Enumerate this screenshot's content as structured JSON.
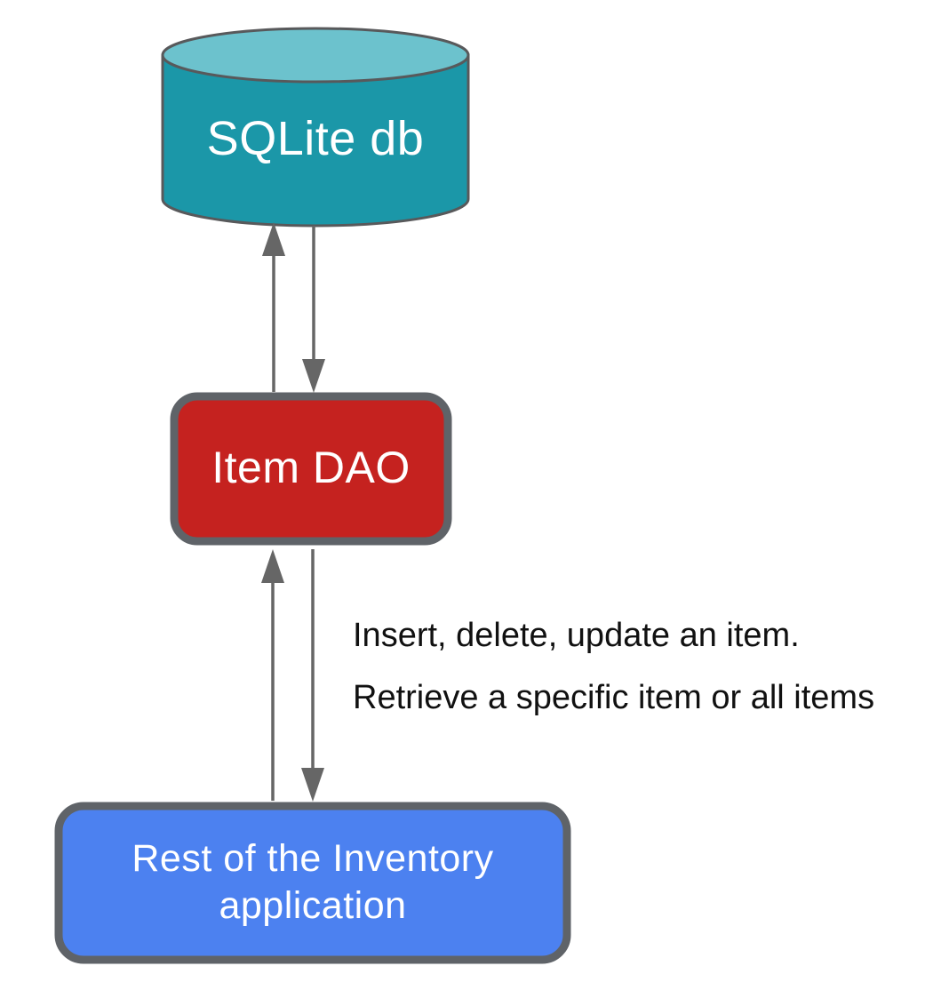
{
  "page": {
    "background_color": "#ffffff"
  },
  "diagram": {
    "database": {
      "label": "SQLite db",
      "shape": "cylinder",
      "body_color": "#1b97a8",
      "top_color": "#6cc2cd",
      "border_color": "#58595b",
      "text_color": "#ffffff"
    },
    "dao": {
      "label": "Item DAO",
      "fill_color": "#c5221f",
      "border_color": "#5f6368",
      "text_color": "#ffffff"
    },
    "app": {
      "label_line1": "Rest of the Inventory",
      "label_line2": "application",
      "fill_color": "#4c81f0",
      "border_color": "#5f6368",
      "text_color": "#ffffff"
    },
    "annotation": {
      "line1": "Insert, delete, update an item.",
      "line2": "Retrieve a specific item or all items",
      "text_color": "#111111"
    },
    "arrow_color": "#666666"
  }
}
